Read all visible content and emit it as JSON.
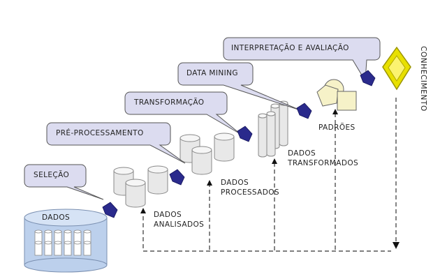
{
  "stages": [
    {
      "label": "SELEÇÃO"
    },
    {
      "label": "PRÉ-PROCESSAMENTO"
    },
    {
      "label": "TRANSFORMAÇÃO"
    },
    {
      "label": "DATA MINING"
    },
    {
      "label": "INTERPRETAÇÃO E AVALIAÇÃO"
    }
  ],
  "artifacts": {
    "dados": "DADOS",
    "dados_analisados": [
      "DADOS",
      "ANALISADOS"
    ],
    "dados_processados": [
      "DADOS",
      "PROCESSADOS"
    ],
    "dados_transformados": [
      "DADOS",
      "TRANSFORMADOS"
    ],
    "padroes": "PADRÕES",
    "conhecimento": "CONHECIMENTO"
  },
  "colors": {
    "callout_fill": "#dcdcf0",
    "callout_stroke": "#555555",
    "arrow_fill": "#2a2a8c",
    "db_fill": "#bcd0ec",
    "cylinder_fill": "#e8e8e8",
    "shape_fill": "#f6f2c8",
    "diamond_outer": "#e8e000",
    "diamond_inner": "#fbf370",
    "line": "#333333"
  },
  "icons": {
    "stage_arrow": "chevron-arrow-icon",
    "knowledge": "diamond-icon",
    "data_store": "database-icon"
  }
}
